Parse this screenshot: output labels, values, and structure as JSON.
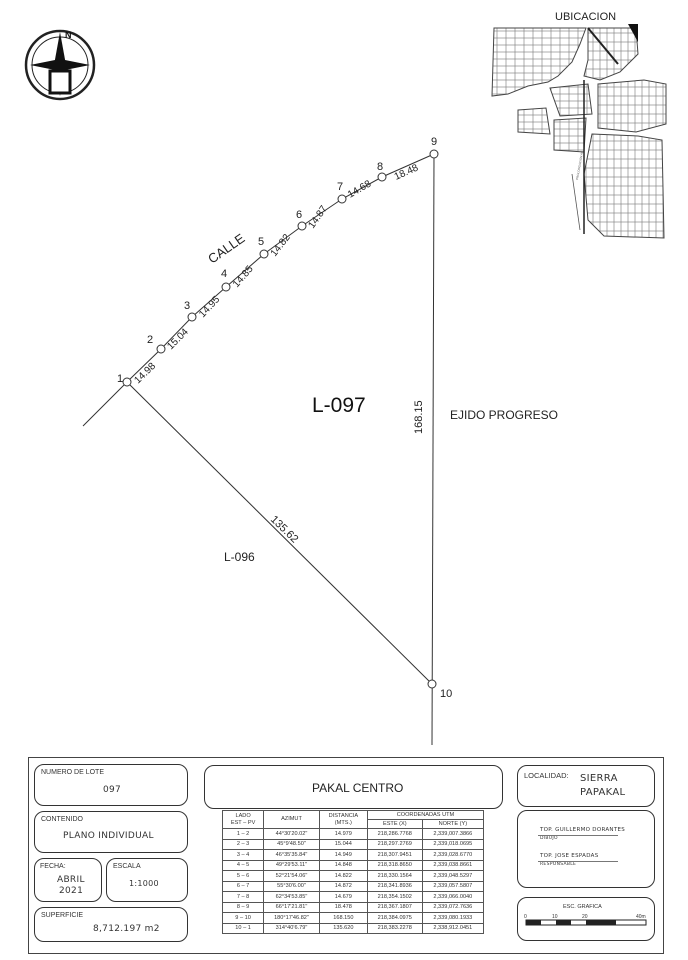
{
  "lot": {
    "name": "L-097",
    "street_label": "CALLE",
    "east_label": "EJIDO PROGRESO",
    "southwest_label": "L-096",
    "points": [
      "1",
      "2",
      "3",
      "4",
      "5",
      "6",
      "7",
      "8",
      "9",
      "10"
    ],
    "segment_lengths": [
      "14.98",
      "15.04",
      "14.95",
      "14.85",
      "14.82",
      "14.87",
      "14.68",
      "18.48"
    ],
    "side_9_10": "168.15",
    "side_10_1": "135.62"
  },
  "location_map": {
    "title": "UBICACION"
  },
  "title_block": {
    "numero_lote_label": "NUMERO DE LOTE",
    "numero_lote": "097",
    "contenido_label": "CONTENIDO",
    "contenido": "PLANO INDIVIDUAL",
    "fecha_label": "FECHA:",
    "fecha_month": "ABRIL",
    "fecha_year": "2021",
    "escala_label": "ESCALA",
    "escala": "1:1000",
    "superficie_label": "SUPERFICIE",
    "superficie": "8,712.197 m2",
    "project": "PAKAL CENTRO",
    "localidad_label": "LOCALIDAD:",
    "localidad_1": "SIERRA",
    "localidad_2": "PAPAKAL",
    "top_1": "TOP. GUILLERMO DORANTES",
    "top_1_role": "DIBUJO",
    "top_2": "TOP. JOSE ESPADAS",
    "top_2_role": "RESPONSABLE",
    "scale_title": "ESC. GRAFICA",
    "scale_ticks": [
      "0",
      "10",
      "20",
      "40m"
    ]
  },
  "table": {
    "headers": [
      "LADO",
      "AZIMUT",
      "DISTANCIA",
      "COORDENADAS  UTM"
    ],
    "subheaders": [
      "EST – PV",
      "",
      "(MTS.)",
      "ESTE (X)",
      "NORTE (Y)"
    ],
    "rows": [
      [
        "1 – 2",
        "44°30'20.02\"",
        "14.979",
        "218,286.7768",
        "2,339,007.3866"
      ],
      [
        "2 – 3",
        "45°9'48.50\"",
        "15.044",
        "218,297.2769",
        "2,339,018.0695"
      ],
      [
        "3 – 4",
        "46°35'35.84\"",
        "14.949",
        "218,307.9451",
        "2,339,028.6770"
      ],
      [
        "4 – 5",
        "49°29'53.11\"",
        "14.848",
        "218,318.8650",
        "2,339,038.8661"
      ],
      [
        "5 – 6",
        "52°21'54.06\"",
        "14.822",
        "218,330.1564",
        "2,339,048.5297"
      ],
      [
        "6 – 7",
        "55°30'6.00\"",
        "14.872",
        "218,341.8936",
        "2,339,057.5807"
      ],
      [
        "7 – 8",
        "62°34'53.85\"",
        "14.679",
        "218,354.1502",
        "2,339,066.0040"
      ],
      [
        "8 – 9",
        "66°17'21.81\"",
        "18.478",
        "218,367.1807",
        "2,339,072.7636"
      ],
      [
        "9 – 10",
        "180°17'46.82\"",
        "168.150",
        "218,384.0975",
        "2,339,080.1933"
      ],
      [
        "10 – 1",
        "314°40'6.79\"",
        "135.620",
        "218,383.2278",
        "2,338,912.0451"
      ]
    ]
  }
}
